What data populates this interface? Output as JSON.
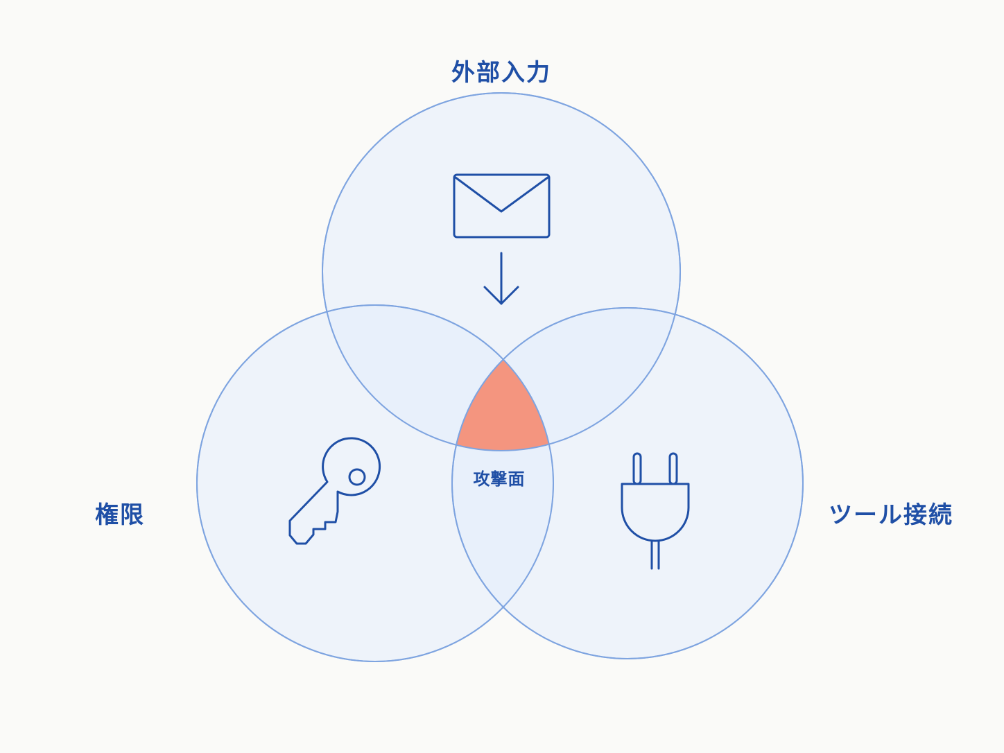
{
  "diagram": {
    "type": "venn",
    "sets": [
      {
        "id": "top",
        "label": "外部入力",
        "icon": "envelope-icon"
      },
      {
        "id": "left",
        "label": "権限",
        "icon": "key-icon"
      },
      {
        "id": "right",
        "label": "ツール接続",
        "icon": "plug-icon"
      }
    ],
    "intersection_label": "攻撃面",
    "colors": {
      "circle_fill": "#e3ecfb",
      "circle_stroke": "#7ea4e0",
      "intersection_fill": "#f4957f",
      "icon": "#1f4fa6",
      "label": "#1f4fa6"
    }
  }
}
